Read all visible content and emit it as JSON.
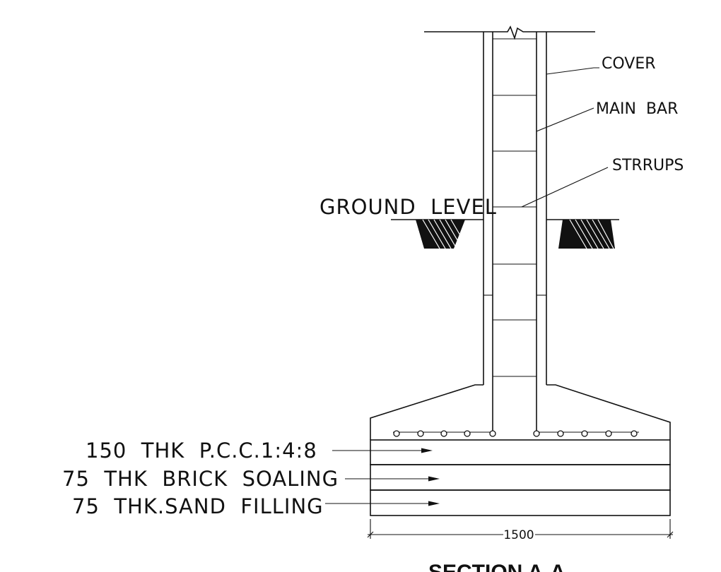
{
  "labels": {
    "cover": "COVER",
    "main_bar": "MAIN  BAR",
    "stirrups": "STRRUPS",
    "ground_level": "GROUND  LEVEL",
    "pcc": "150  THK  P.C.C.1:4:8",
    "brick_soling": "75  THK  BRICK  SOALING",
    "sand_filling": "75  THK.SAND  FILLING"
  },
  "dimension": "1500",
  "title": "SECTION A-A"
}
